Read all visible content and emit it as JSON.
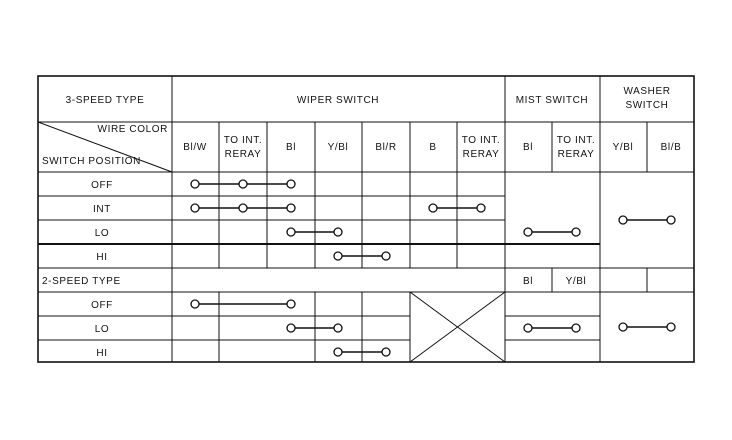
{
  "table": {
    "header": {
      "type3": "3-SPEED TYPE",
      "wiper_switch": "WIPER SWITCH",
      "mist_switch": "MIST SWITCH",
      "washer_switch_l1": "WASHER",
      "washer_switch_l2": "SWITCH"
    },
    "diag": {
      "wire_color": "WIRE COLOR",
      "switch_position": "SWITCH POSITION"
    },
    "columns": {
      "blw": "Bl/W",
      "to_int_1a": "TO INT.",
      "to_int_1b": "RERAY",
      "bl": "Bl",
      "ybl": "Y/Bl",
      "blr": "Bl/R",
      "b": "B",
      "to_int_2a": "TO INT.",
      "to_int_2b": "RERAY",
      "mist_bl": "Bl",
      "to_int_3a": "TO INT.",
      "to_int_3b": "RERAY",
      "washer_ybl": "Y/Bl",
      "washer_blb": "Bl/B"
    },
    "rows3": {
      "off": "OFF",
      "int": "INT",
      "lo": "LO",
      "hi": "HI"
    },
    "type2": "2-SPEED TYPE",
    "type2_cols": {
      "bl": "Bl",
      "ybl": "Y/Bl"
    },
    "rows2": {
      "off": "OFF",
      "lo": "LO",
      "hi": "HI"
    }
  }
}
